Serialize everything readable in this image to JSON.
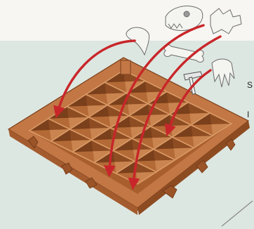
{
  "figure": {
    "clipped_text_lines": [
      "S",
      "I"
    ],
    "tray_cells_per_side": 5,
    "colors": {
      "background_top": "#f8f6f2",
      "background_panel": "#dde7e1",
      "tray": "#c27745",
      "tray_shadow": "#8a4a22",
      "arrow": "#c8262a",
      "bone": "#f4f4f0"
    },
    "icons": [
      "dinosaur-skull-icon",
      "tooth-icon",
      "vertebra-icon",
      "bone-icon",
      "claw-foot-icon",
      "rock-hammer-icon"
    ]
  }
}
